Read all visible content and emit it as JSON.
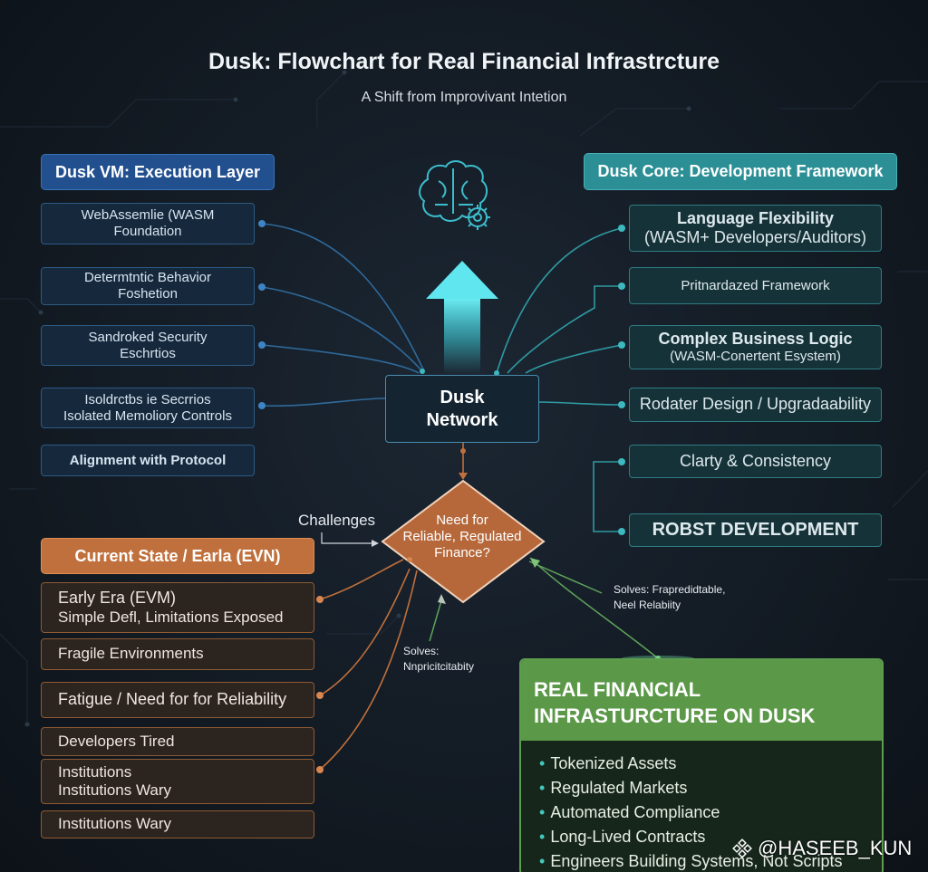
{
  "title": "Dusk: Flowchart for Real Financial Infrastrcture",
  "subtitle": "A Shift from Improvivant Intetion",
  "vm": {
    "header": "Dusk VM: Execution Layer",
    "items": [
      [
        "WebAssemlie (WASM",
        "Foundation"
      ],
      [
        "Determtntic Behavior",
        "Foshetion"
      ],
      [
        "Sandroked Security",
        "Eschrtios"
      ],
      [
        "Isoldrctbs ie Secrrios",
        "Isolated Memoliory Controls"
      ],
      [
        "Alignment with Protocol"
      ]
    ]
  },
  "core": {
    "header": "Dusk Core: Development Framework",
    "items": [
      [
        "Language Flexibility",
        "(WASM+ Developers/Auditors)"
      ],
      [
        "Pritnardazed Framework"
      ],
      [
        "Complex Business Logic",
        "(WASM-Conertent Esystem)"
      ],
      [
        "Rodater Design / Upgradaability"
      ],
      [
        "Clarty & Consistency"
      ],
      [
        "ROBST DEVELOPMENT"
      ]
    ]
  },
  "center": {
    "dusk_network": [
      "Dusk",
      "Network"
    ],
    "decision": [
      "Need for",
      "Reliable, Regulated",
      "Finance?"
    ],
    "challenges_label": "Challenges",
    "solves_right": [
      "Solves: Frapredidtable,",
      "Neel Relabiity"
    ],
    "solves_left": [
      "Solves:",
      "Nnpricitcitabity"
    ]
  },
  "current": {
    "header": "Current State / Earla (EVN)",
    "items": [
      [
        "Early Era (EVM)",
        "Simple Defl, Limitations Exposed"
      ],
      [
        "Fragile Environments"
      ],
      [
        "Fatigue / Need for for Reliability"
      ],
      [
        "Developers Tired"
      ],
      [
        "Institutions",
        "Institutions Wary"
      ],
      [
        "Institutions Wary"
      ]
    ]
  },
  "real": {
    "title": [
      "REAL FINANCIAL",
      "INFRASTURCTURE ON DUSK"
    ],
    "items": [
      "Tokenized Assets",
      "Regulated Markets",
      "Automated Compliance",
      "Long-Lived Contracts",
      "Engineers Building Systems, Not Scripts"
    ]
  },
  "watermark": "@HASEEB_KUN",
  "colors": {
    "vm_blue": "#22508f",
    "core_teal": "#2b8f95",
    "current_orange": "#c0703c",
    "real_green": "#5b9848",
    "arrow_cyan": "#3fd3e0"
  },
  "icons": [
    "brain-gear-icon",
    "up-arrow-icon",
    "diamond-decision-icon",
    "binance-logo-icon"
  ]
}
